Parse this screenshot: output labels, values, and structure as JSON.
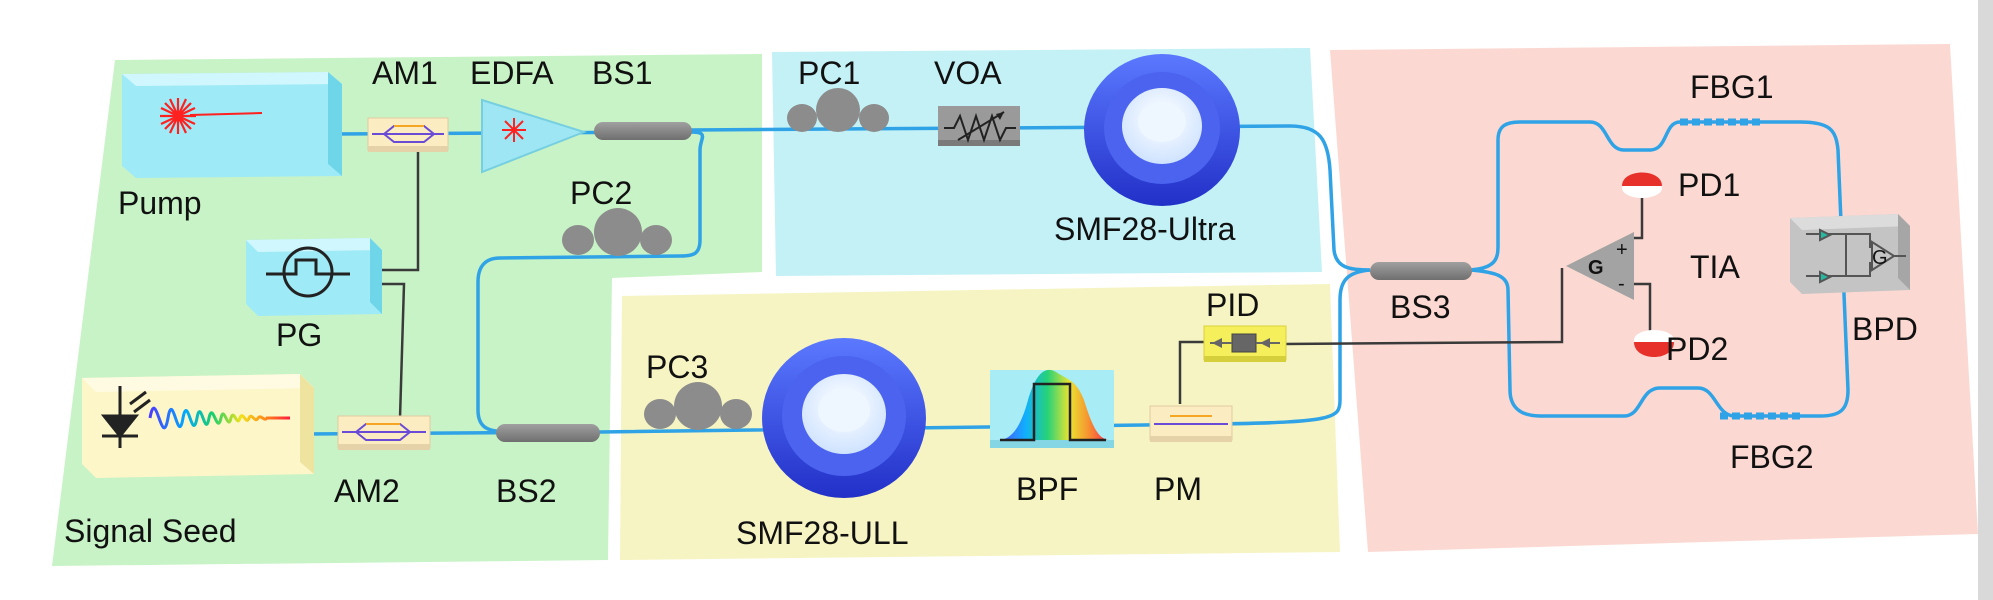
{
  "diagram": {
    "labels": {
      "am1": "AM1",
      "edfa": "EDFA",
      "bs1": "BS1",
      "pc1": "PC1",
      "voa": "VOA",
      "fbg1": "FBG1",
      "pump": "Pump",
      "pc2": "PC2",
      "pd1": "PD1",
      "smf_ultra": "SMF28-Ultra",
      "tia": "TIA",
      "pg": "PG",
      "bs3": "BS3",
      "pid": "PID",
      "bpd": "BPD",
      "pc3": "PC3",
      "pd2": "PD2",
      "am2": "AM2",
      "bs2": "BS2",
      "bpf": "BPF",
      "pm": "PM",
      "fbg2": "FBG2",
      "signal_seed": "Signal Seed",
      "smf_ull": "SMF28-ULL"
    },
    "amp_gain": "G",
    "amp_plus": "+",
    "amp_minus": "-",
    "bpd_gain": "G",
    "colors": {
      "green_panel": "#c8f3c6",
      "cyan_panel": "#c3f1f6",
      "yellow_panel": "#f7f4c3",
      "pink_panel": "#fbd9d2",
      "fiber": "#2fa3e6",
      "spool": "#3a55e6",
      "component_gray": "#8a8a8a"
    }
  }
}
